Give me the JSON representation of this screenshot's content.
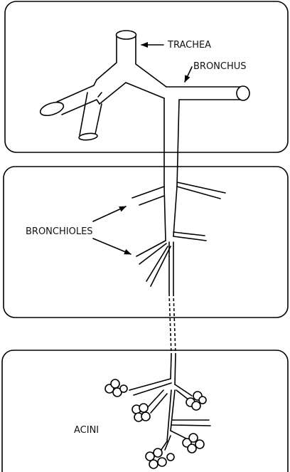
{
  "labels": {
    "trachea": "TRACHEA",
    "bronchus": "BRONCHUS",
    "bronchioles": "BRONCHIOLES",
    "acini": "ACINI"
  },
  "colors": {
    "stroke": "#000000",
    "background": "#ffffff",
    "text": "#111111"
  }
}
